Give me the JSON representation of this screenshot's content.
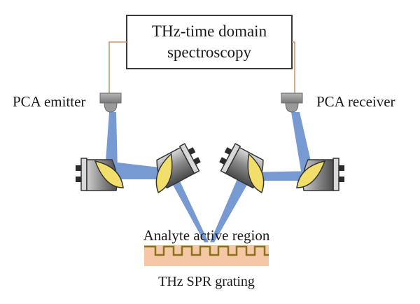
{
  "spectroscopy_box": {
    "line1": "THz-time domain",
    "line2": "spectroscopy"
  },
  "emitter": {
    "label": "PCA emitter"
  },
  "receiver": {
    "label": "PCA receiver"
  },
  "analyte": {
    "label": "Analyte active region"
  },
  "grating": {
    "label": "THz SPR grating"
  },
  "colors": {
    "beam": "#6f95cf",
    "wire": "#c49a70",
    "mirror_face": "#f2df6b",
    "grating_base": "#f6c7a6",
    "grating_wave": "#8a7418",
    "detector": "#9a9a9a"
  },
  "icons": [
    "pca-emitter-icon",
    "pca-receiver-icon",
    "parabolic-mirror-icon"
  ]
}
